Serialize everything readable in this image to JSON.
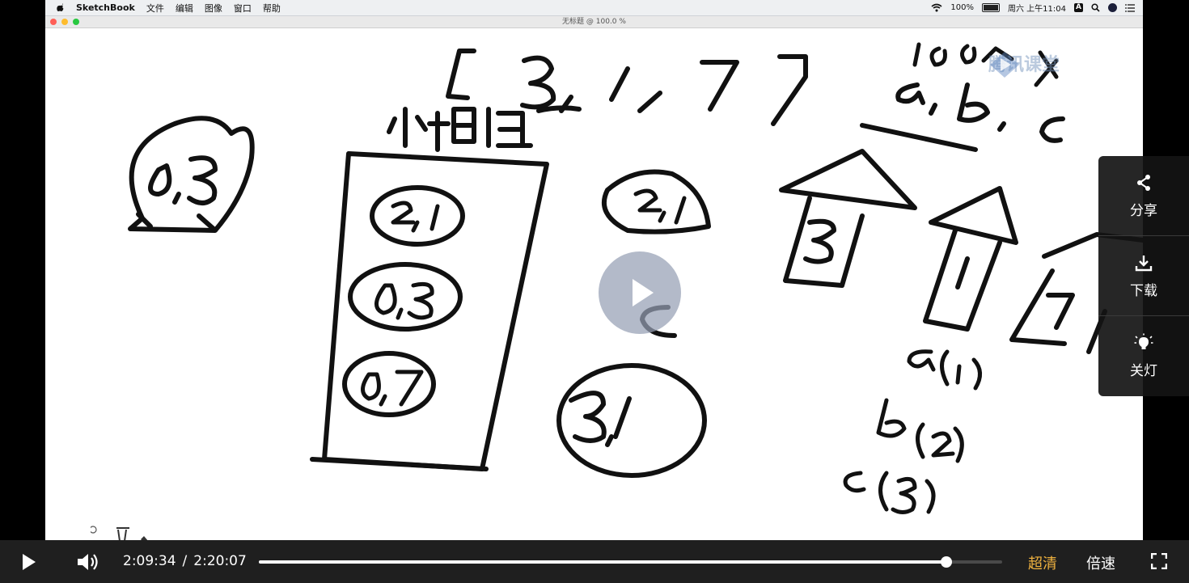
{
  "menubar": {
    "app_name": "SketchBook",
    "items": [
      "文件",
      "编辑",
      "图像",
      "窗口",
      "帮助"
    ],
    "battery": "100%",
    "clock": "周六 上午11:04",
    "ime": "A"
  },
  "window": {
    "title": "无标题 @ 100.0 %"
  },
  "watermark": "腾讯课堂",
  "side_panel": {
    "share_label": "分享",
    "download_label": "下载",
    "lights_label": "关灯"
  },
  "player": {
    "current_time": "2:09:34",
    "separator": "/",
    "total_time": "2:20:07",
    "progress_fraction": 0.925,
    "quality_label": "超清",
    "speed_label": "倍速",
    "accent_color": "#f0b23f"
  }
}
